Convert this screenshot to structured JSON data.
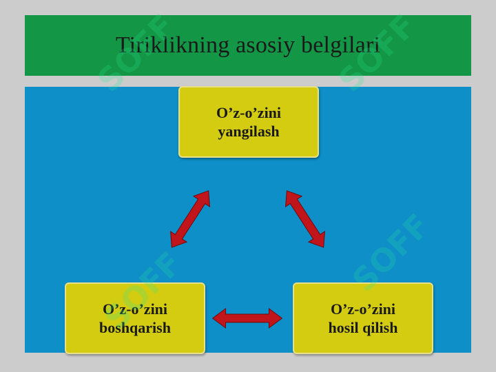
{
  "title": "Tiriklikning asosiy belgilari",
  "nodes": {
    "top": {
      "line1": "O’z-o’zini",
      "line2": "yangilash"
    },
    "left": {
      "line1": "O’z-o’zini",
      "line2": "boshqarish"
    },
    "right": {
      "line1": "O’z-o’zini",
      "line2": "hosil qilish"
    }
  },
  "watermark": "SOFF",
  "colors": {
    "background": "#cccccc",
    "title_bar": "#139645",
    "panel": "#0e8fc8",
    "node_fill": "#d4cc10",
    "arrow": "#c0151b"
  }
}
